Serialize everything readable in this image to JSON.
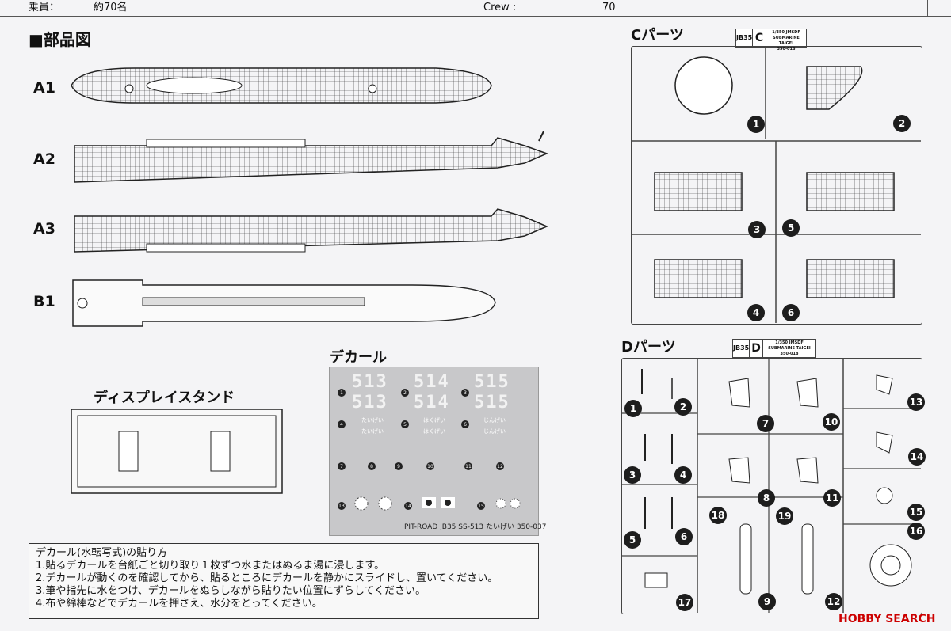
{
  "header": {
    "crew_label_jp": "乗員：",
    "crew_value_jp": "約70名",
    "crew_label_en": "Crew :",
    "crew_value_en": "70"
  },
  "parts_diagram": {
    "title": "■部品図",
    "labels": [
      "A1",
      "A2",
      "A3",
      "B1"
    ]
  },
  "display_stand": {
    "title": "ディスプレイスタンド"
  },
  "decal": {
    "title": "デカール",
    "hull_numbers": [
      "513",
      "514",
      "515"
    ],
    "names": [
      "たいげい",
      "はくげい",
      "じんげい"
    ],
    "numbers": [
      "1",
      "2",
      "3",
      "4",
      "5",
      "6",
      "7",
      "8",
      "9",
      "10",
      "11",
      "12",
      "13",
      "14",
      "15"
    ],
    "footer": "PIT-ROAD JB35 SS-513 たいげい 350-037"
  },
  "c_parts": {
    "title": "Cパーツ",
    "tag_code": "JB35",
    "tag_letter": "C",
    "tag_line1": "1/350 JMSDF",
    "tag_line2": "SUBMARINE TAIGEI",
    "tag_line3": "350-018",
    "numbers": [
      "1",
      "2",
      "3",
      "5",
      "4",
      "6"
    ]
  },
  "d_parts": {
    "title": "Dパーツ",
    "tag_code": "JB35",
    "tag_letter": "D",
    "tag_line1": "1/350 JMSDF",
    "tag_line2": "SUBMARINE TAIGEI",
    "tag_line3": "350-018",
    "numbers": [
      "1",
      "2",
      "7",
      "10",
      "13",
      "3",
      "4",
      "14",
      "8",
      "11",
      "15",
      "18",
      "19",
      "16",
      "5",
      "6",
      "17",
      "9",
      "12"
    ]
  },
  "instructions": {
    "title": "デカール(水転写式)の貼り方",
    "steps": [
      "1.貼るデカールを台紙ごと切り取り１枚ずつ水またはぬるま湯に浸します。",
      "2.デカールが動くのを確認してから、貼るところにデカールを静かにスライドし、置いてください。",
      "3.筆や指先に水をつけ、デカールをぬらしながら貼りたい位置にずらしてください。",
      "4.布や綿棒などでデカールを押さえ、水分をとってください。"
    ]
  },
  "watermark": "HOBBY SEARCH",
  "colors": {
    "decal_bg": "#c8c8ca",
    "part_num_bg": "#1d1d1d"
  }
}
